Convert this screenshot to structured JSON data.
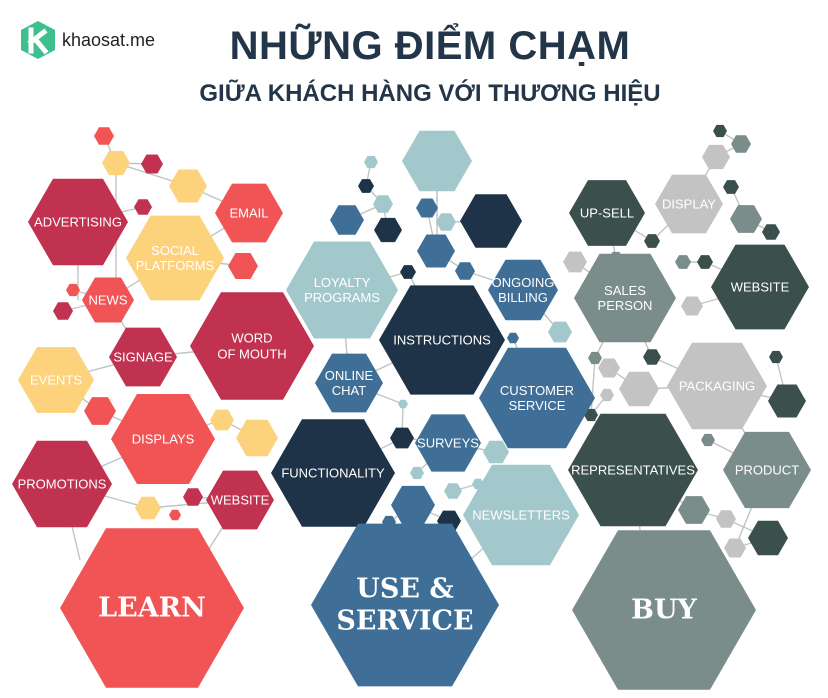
{
  "brand": {
    "logo_letter": "k",
    "name": "khaosat.me",
    "accent": "#3fbf8f"
  },
  "title": "NHỮNG ĐIỂM CHẠM",
  "subtitle": "GIỮA KHÁCH HÀNG VỚI THƯƠNG HIỆU",
  "colors": {
    "learn_big": "#f05455",
    "red": "#f05455",
    "crimson": "#c0324f",
    "yellow": "#fcd27d",
    "service_big": "#3f6e96",
    "navy": "#1e3347",
    "steel": "#3f6e96",
    "lightblue": "#a3c8cc",
    "buy_big": "#7a8d8a",
    "darkgray": "#3b4f4c",
    "gray": "#7a8d8a",
    "lightgray": "#c3c3c3"
  },
  "groups": [
    {
      "id": "learn",
      "stage": "LEARN",
      "touchpoints": [
        "ADVERTISING",
        "EMAIL",
        "SOCIAL PLATFORMS",
        "NEWS",
        "SIGNAGE",
        "WORD OF MOUTH",
        "EVENTS",
        "DISPLAYS",
        "PROMOTIONS",
        "WEBSITE"
      ]
    },
    {
      "id": "service",
      "stage": "USE & SERVICE",
      "touchpoints": [
        "LOYALTY PROGRAMS",
        "INSTRUCTIONS",
        "ONGOING BILLING",
        "ONLINE CHAT",
        "CUSTOMER SERVICE",
        "SURVEYS",
        "FUNCTIONALITY",
        "NEWSLETTERS"
      ]
    },
    {
      "id": "buy",
      "stage": "BUY",
      "touchpoints": [
        "UP-SELL",
        "DISPLAY",
        "SALES PERSON",
        "WEBSITE",
        "PACKAGING",
        "REPRESENTATIVES",
        "PRODUCT"
      ]
    }
  ]
}
